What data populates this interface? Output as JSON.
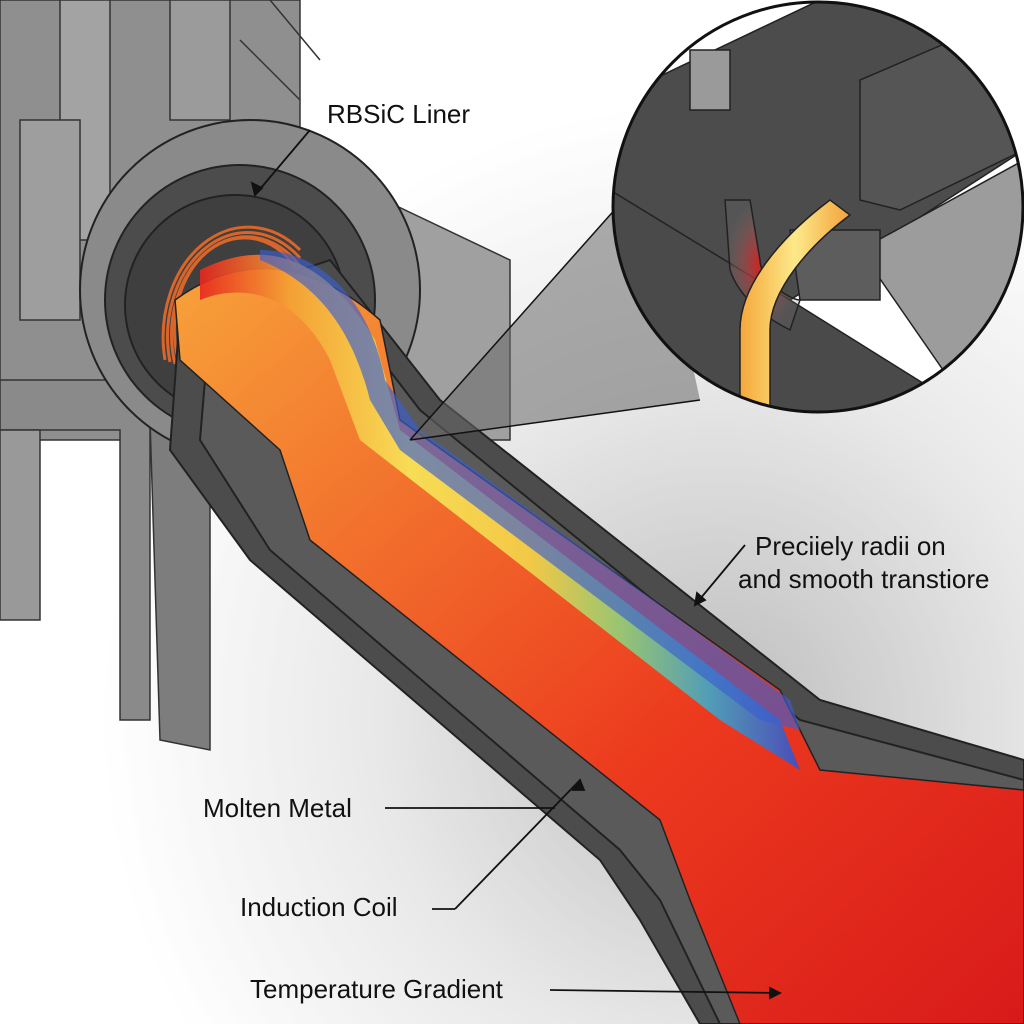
{
  "diagram": {
    "subject": "Molten metal transfer tube cross-section with thermal gradient",
    "labels": {
      "liner": "RBSiC Liner",
      "radii_line1": "Preciiely radii on",
      "radii_line2": "and smooth transtiore",
      "molten_metal": "Molten Metal",
      "induction_coil": "Induction Coil",
      "temperature_gradient": "Temperature Gradient"
    },
    "colors": {
      "refractory_dark": "#4a4a4a",
      "steel_gray": "#8c8c8c",
      "hot_red": "#e02020",
      "hot_orange": "#f08a24",
      "hot_yellow": "#f8e85a",
      "cool_green": "#7ed37a",
      "cool_blue": "#3a5fd0",
      "coil_copper": "#d9652a"
    }
  }
}
